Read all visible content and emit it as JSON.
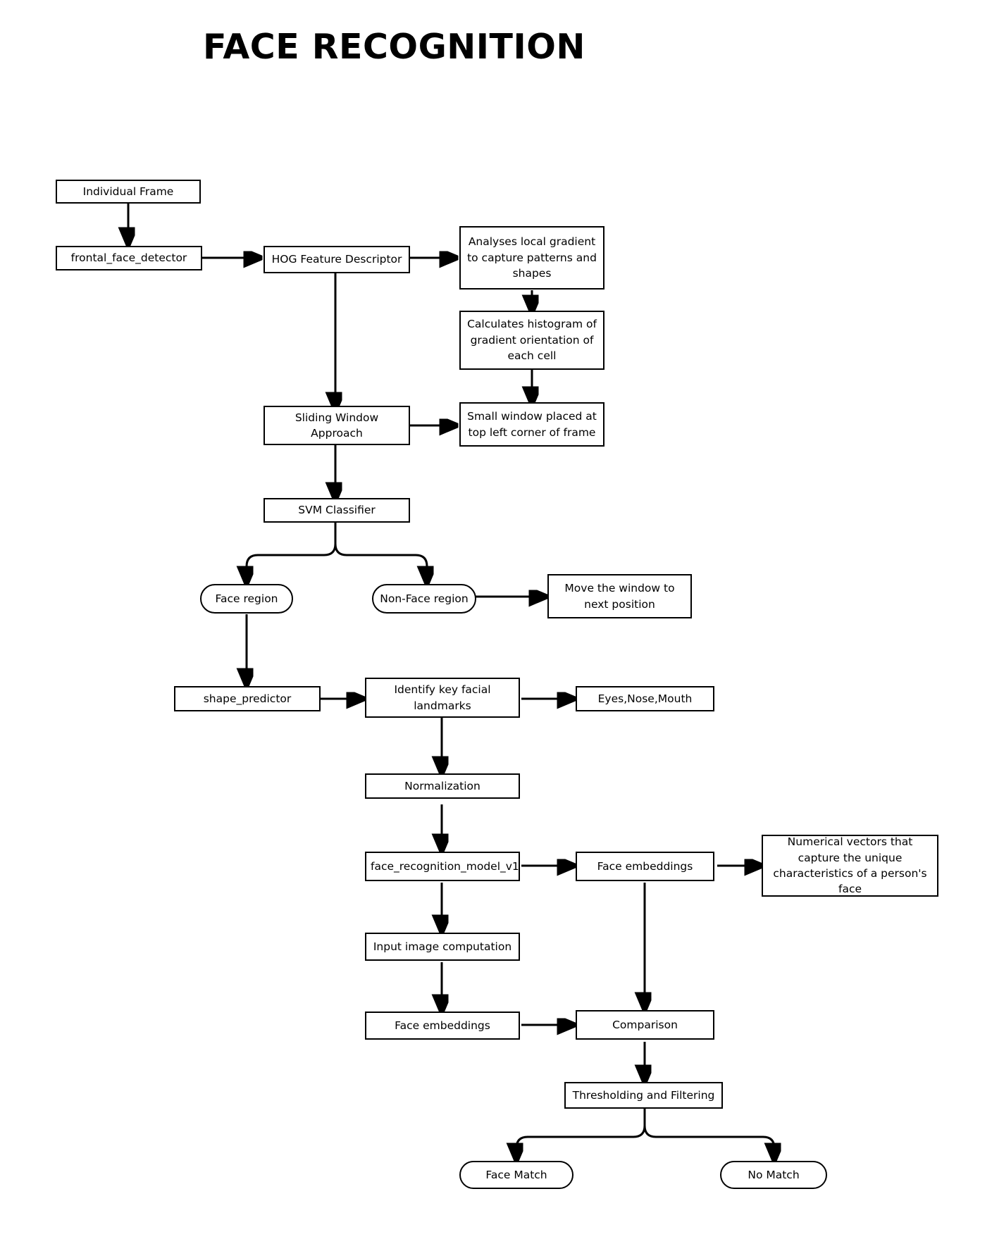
{
  "page": {
    "title": "FACE RECOGNITION",
    "background_color": "#ffffff",
    "stroke_color": "#000000",
    "text_color": "#000000"
  },
  "nodes": {
    "individual_frame": "Individual Frame",
    "frontal_face_detector": "frontal_face_detector",
    "hog_feature_descriptor": "HOG Feature Descriptor",
    "analyses_local_gradient": "Analyses local gradient to capture patterns and shapes",
    "calculates_histogram": "Calculates histogram of gradient orientation of each cell",
    "small_window": "Small window placed at top left corner of frame",
    "sliding_window_approach": "Sliding Window Approach",
    "svm_classifier": "SVM Classifier",
    "face_region": "Face region",
    "non_face_region": "Non-Face region",
    "move_window": "Move the window to next position",
    "shape_predictor": "shape_predictor",
    "identify_landmarks": "Identify key facial landmarks",
    "eyes_nose_mouth": "Eyes,Nose,Mouth",
    "normalization": "Normalization",
    "face_recognition_model_v1": "face_recognition_model_v1",
    "face_embeddings_top": "Face embeddings",
    "numerical_vectors": "Numerical vectors that capture the unique characteristics of a person's face",
    "input_image_computation": "Input image computation",
    "face_embeddings_bottom": "Face embeddings",
    "comparison": "Comparison",
    "thresholding_filtering": "Thresholding and Filtering",
    "face_match": "Face Match",
    "no_match": "No Match"
  },
  "edges": [
    {
      "from": "individual_frame",
      "to": "frontal_face_detector"
    },
    {
      "from": "frontal_face_detector",
      "to": "hog_feature_descriptor"
    },
    {
      "from": "hog_feature_descriptor",
      "to": "analyses_local_gradient"
    },
    {
      "from": "analyses_local_gradient",
      "to": "calculates_histogram"
    },
    {
      "from": "calculates_histogram",
      "to": "small_window"
    },
    {
      "from": "hog_feature_descriptor",
      "to": "sliding_window_approach"
    },
    {
      "from": "sliding_window_approach",
      "to": "small_window"
    },
    {
      "from": "sliding_window_approach",
      "to": "svm_classifier"
    },
    {
      "from": "svm_classifier",
      "to": "face_region"
    },
    {
      "from": "svm_classifier",
      "to": "non_face_region"
    },
    {
      "from": "non_face_region",
      "to": "move_window"
    },
    {
      "from": "face_region",
      "to": "shape_predictor"
    },
    {
      "from": "shape_predictor",
      "to": "identify_landmarks"
    },
    {
      "from": "identify_landmarks",
      "to": "eyes_nose_mouth"
    },
    {
      "from": "identify_landmarks",
      "to": "normalization"
    },
    {
      "from": "normalization",
      "to": "face_recognition_model_v1"
    },
    {
      "from": "face_recognition_model_v1",
      "to": "face_embeddings_top"
    },
    {
      "from": "face_embeddings_top",
      "to": "numerical_vectors"
    },
    {
      "from": "face_recognition_model_v1",
      "to": "input_image_computation"
    },
    {
      "from": "input_image_computation",
      "to": "face_embeddings_bottom"
    },
    {
      "from": "face_embeddings_bottom",
      "to": "comparison"
    },
    {
      "from": "face_embeddings_top",
      "to": "comparison"
    },
    {
      "from": "comparison",
      "to": "thresholding_filtering"
    },
    {
      "from": "thresholding_filtering",
      "to": "face_match"
    },
    {
      "from": "thresholding_filtering",
      "to": "no_match"
    }
  ]
}
